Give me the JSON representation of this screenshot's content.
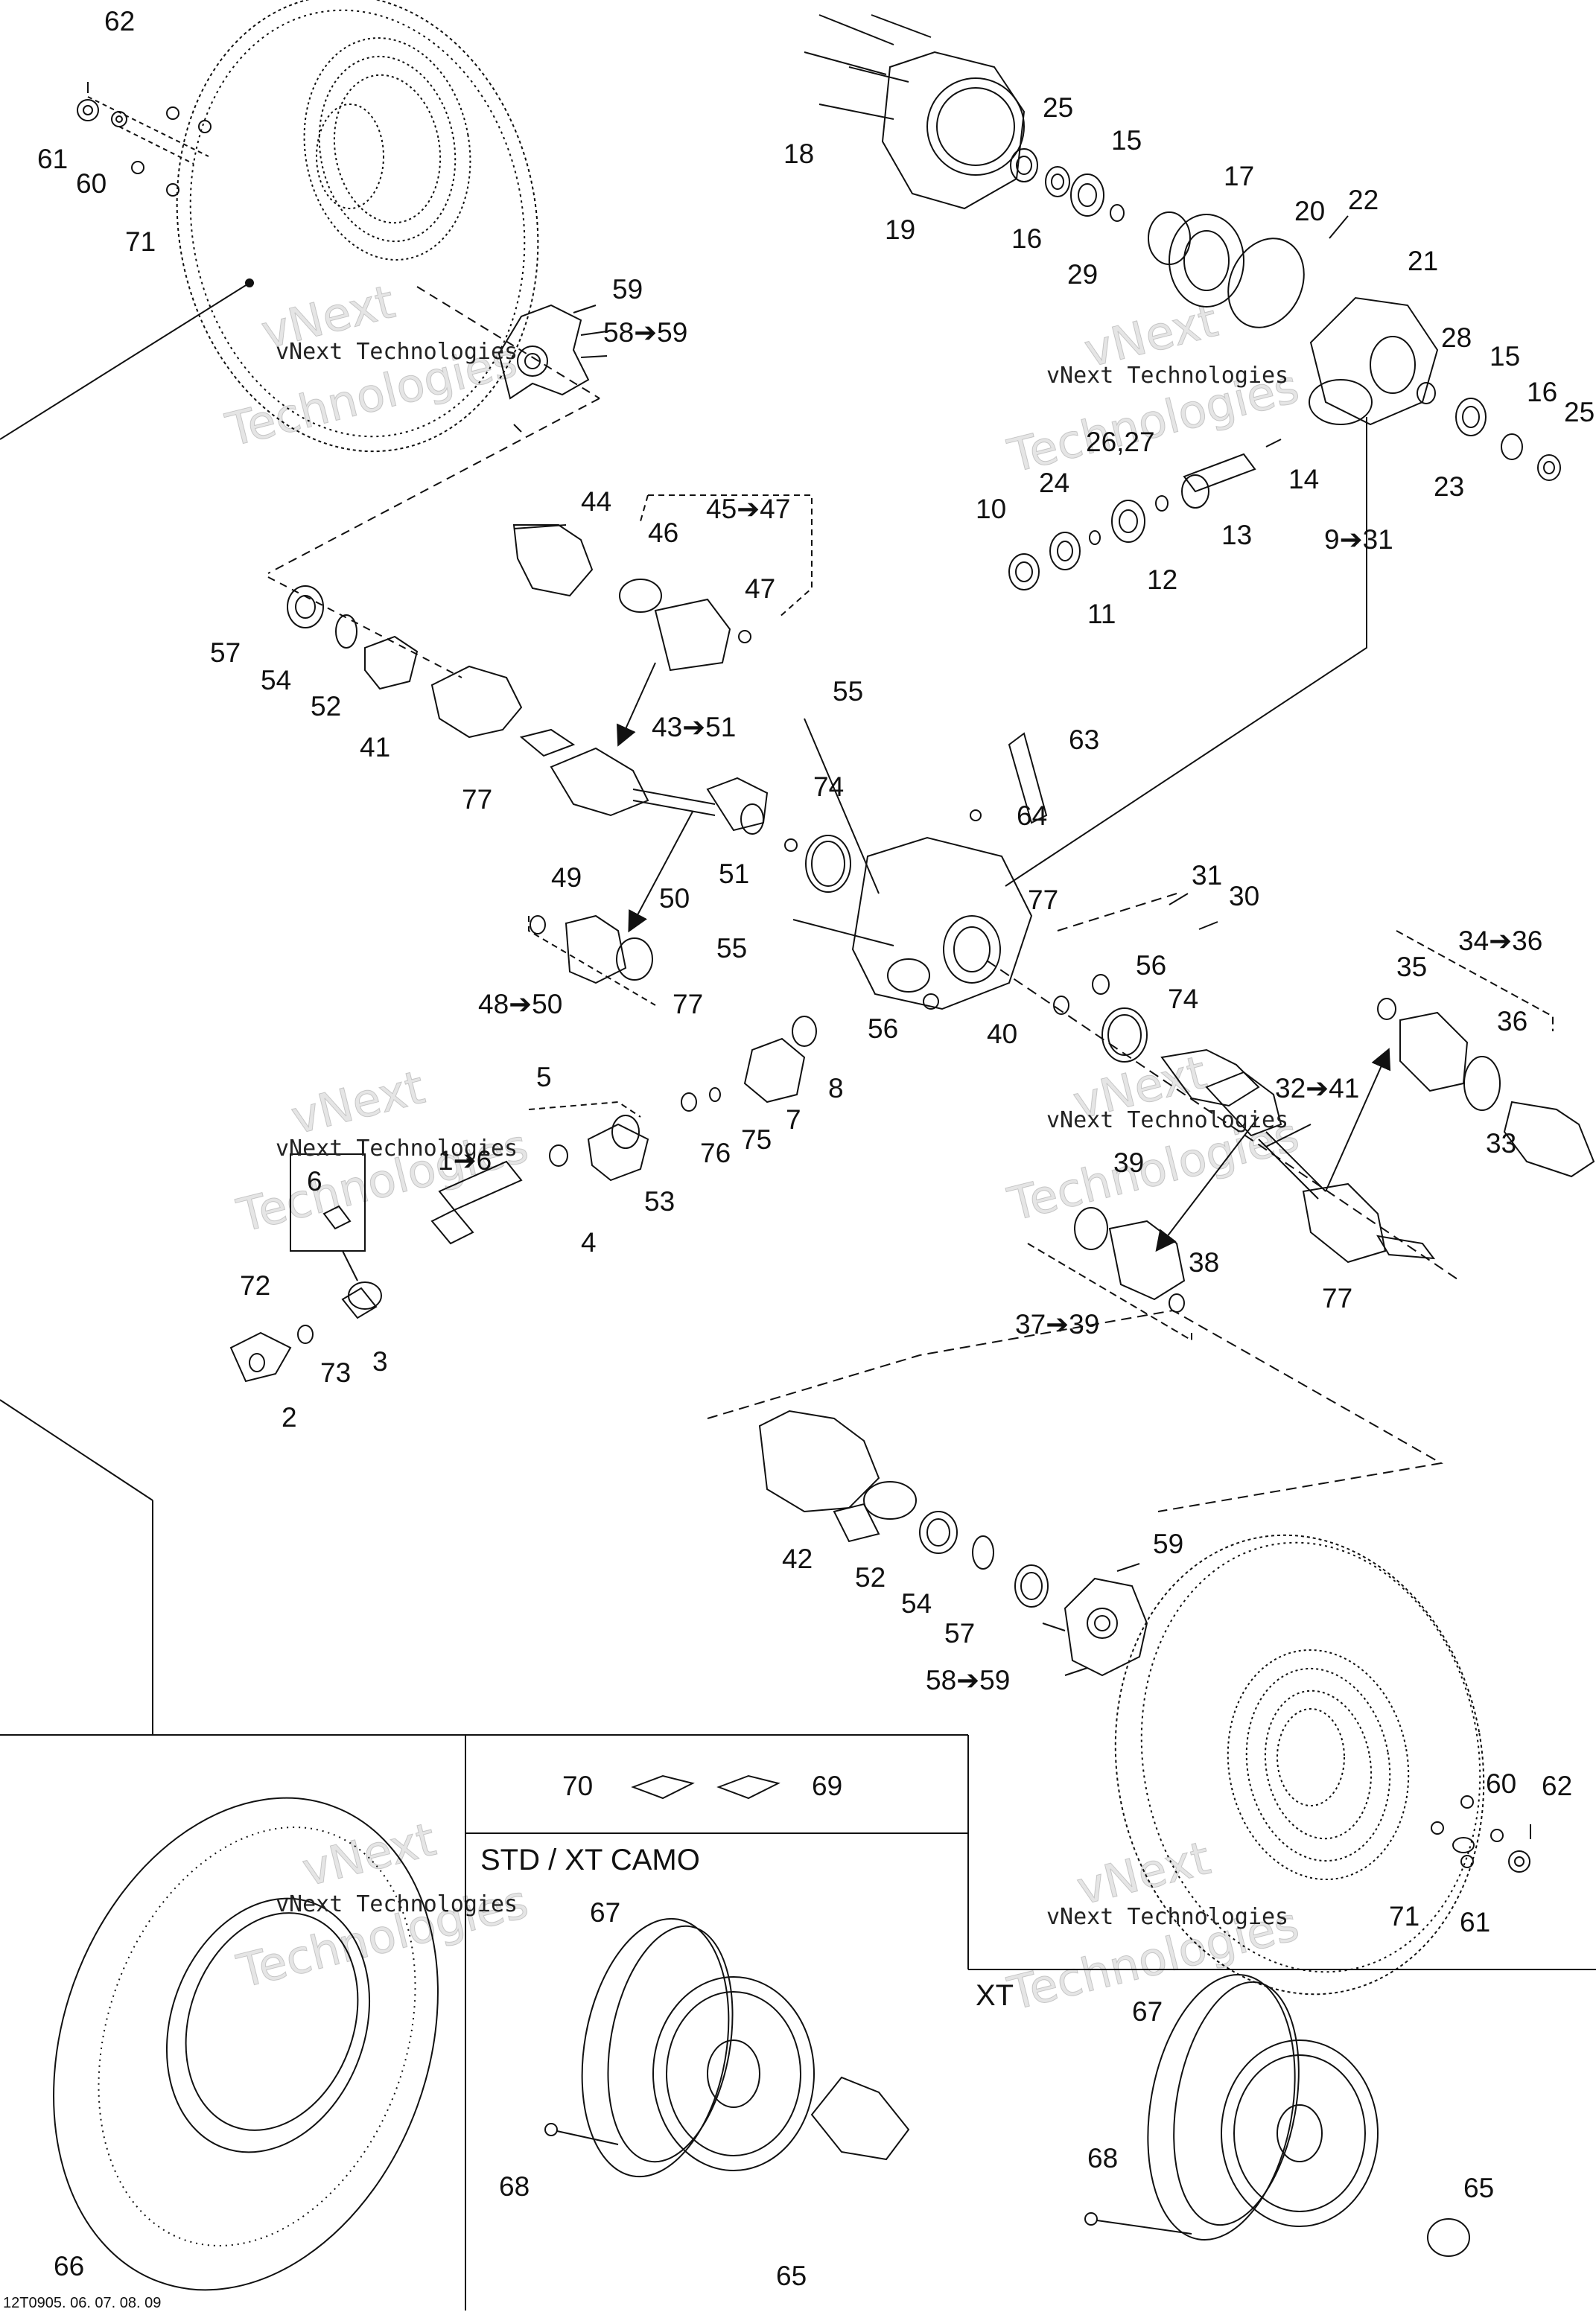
{
  "diagram": {
    "footer_code": "12T0905. 06. 07. 08. 09",
    "watermark": {
      "line1": "vNext Technologies",
      "big1": "vNext",
      "big2": "Technologies"
    },
    "boxes": {
      "std_title": "STD / XT CAMO",
      "xt_title": "XT"
    },
    "labels": {
      "l62a": "62",
      "l61a": "61",
      "l60a": "60",
      "l71a": "71",
      "l59a": "59",
      "l58a": "58➔59",
      "l18": "18",
      "l19": "19",
      "l25a": "25",
      "l16a": "16",
      "l15a": "15",
      "l29": "29",
      "l17": "17",
      "l20": "20",
      "l22": "22",
      "l21": "21",
      "l28": "28",
      "l15b": "15",
      "l16b": "16",
      "l25b": "25",
      "l23": "23",
      "l14": "14",
      "l13": "13",
      "l2627": "26,27",
      "l24": "24",
      "l10": "10",
      "l11": "11",
      "l12": "12",
      "l931": "9➔31",
      "l44": "44",
      "l46": "46",
      "l4547": "45➔47",
      "l47": "47",
      "l57a": "57",
      "l54a": "54",
      "l52a": "52",
      "l41": "41",
      "l77a": "77",
      "l4351": "43➔51",
      "l55a": "55",
      "l63": "63",
      "l74a": "74",
      "l64": "64",
      "l51": "51",
      "l49": "49",
      "l50": "50",
      "l4850": "48➔50",
      "l55b": "55",
      "l77b": "77",
      "l31": "31",
      "l30": "30",
      "l3436": "34➔36",
      "l35": "35",
      "l36": "36",
      "l33": "33",
      "l56a": "56",
      "l74b": "74",
      "l40": "40",
      "l56b": "56",
      "l77c": "77",
      "l8": "8",
      "l7": "7",
      "l75": "75",
      "l76": "76",
      "l5": "5",
      "l53": "53",
      "l4": "4",
      "l16c": "1➔6",
      "l6": "6",
      "l3": "3",
      "l72": "72",
      "l73": "73",
      "l2": "2",
      "l3241": "32➔41",
      "l39": "39",
      "l38": "38",
      "l3739": "37➔39",
      "l77d": "77",
      "l42": "42",
      "l52b": "52",
      "l54b": "54",
      "l57b": "57",
      "l59b": "59",
      "l58b": "58➔59",
      "l60b": "60",
      "l62b": "62",
      "l71b": "71",
      "l61b": "61",
      "l70": "70",
      "l69": "69",
      "l66": "66",
      "l67a": "67",
      "l68a": "68",
      "l65a": "65",
      "l67b": "67",
      "l68b": "68",
      "l65b": "65"
    },
    "colors": {
      "line": "#111111",
      "faint": "#555555",
      "background": "#ffffff"
    }
  }
}
